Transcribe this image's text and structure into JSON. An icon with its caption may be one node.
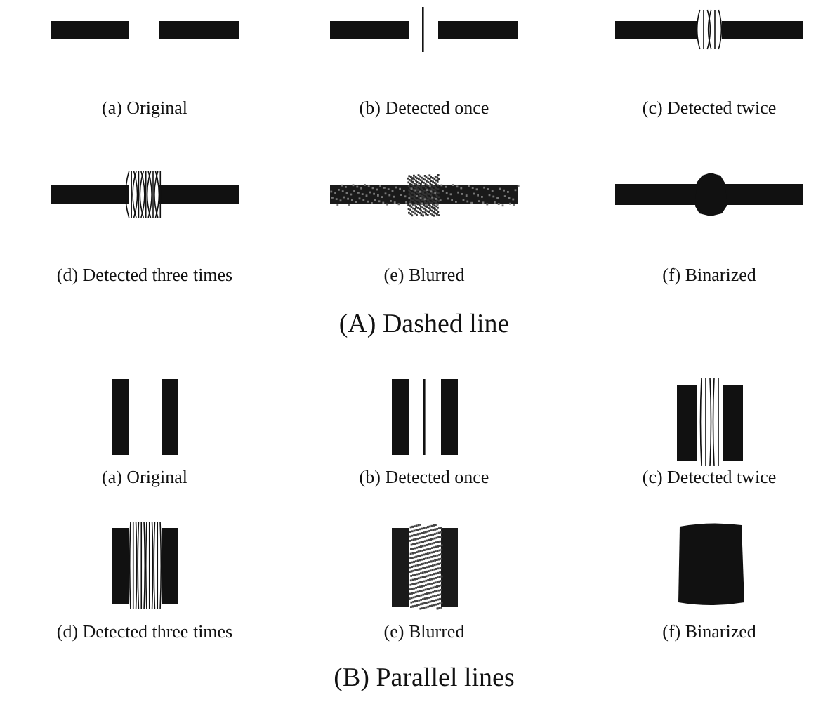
{
  "diagram": {
    "labels": [
      "(a) Original",
      "(b) Detected once",
      "(c) Detected twice",
      "(d) Detected three times",
      "(e) Blurred",
      "(f) Binarized",
      "(A) Dashed line",
      "(a) Original",
      "(b) Detected once",
      "(c) Detected twice",
      "(d) Detected three times",
      "(e) Blurred",
      "(f) Binarized",
      "(B) Parallel lines"
    ]
  }
}
